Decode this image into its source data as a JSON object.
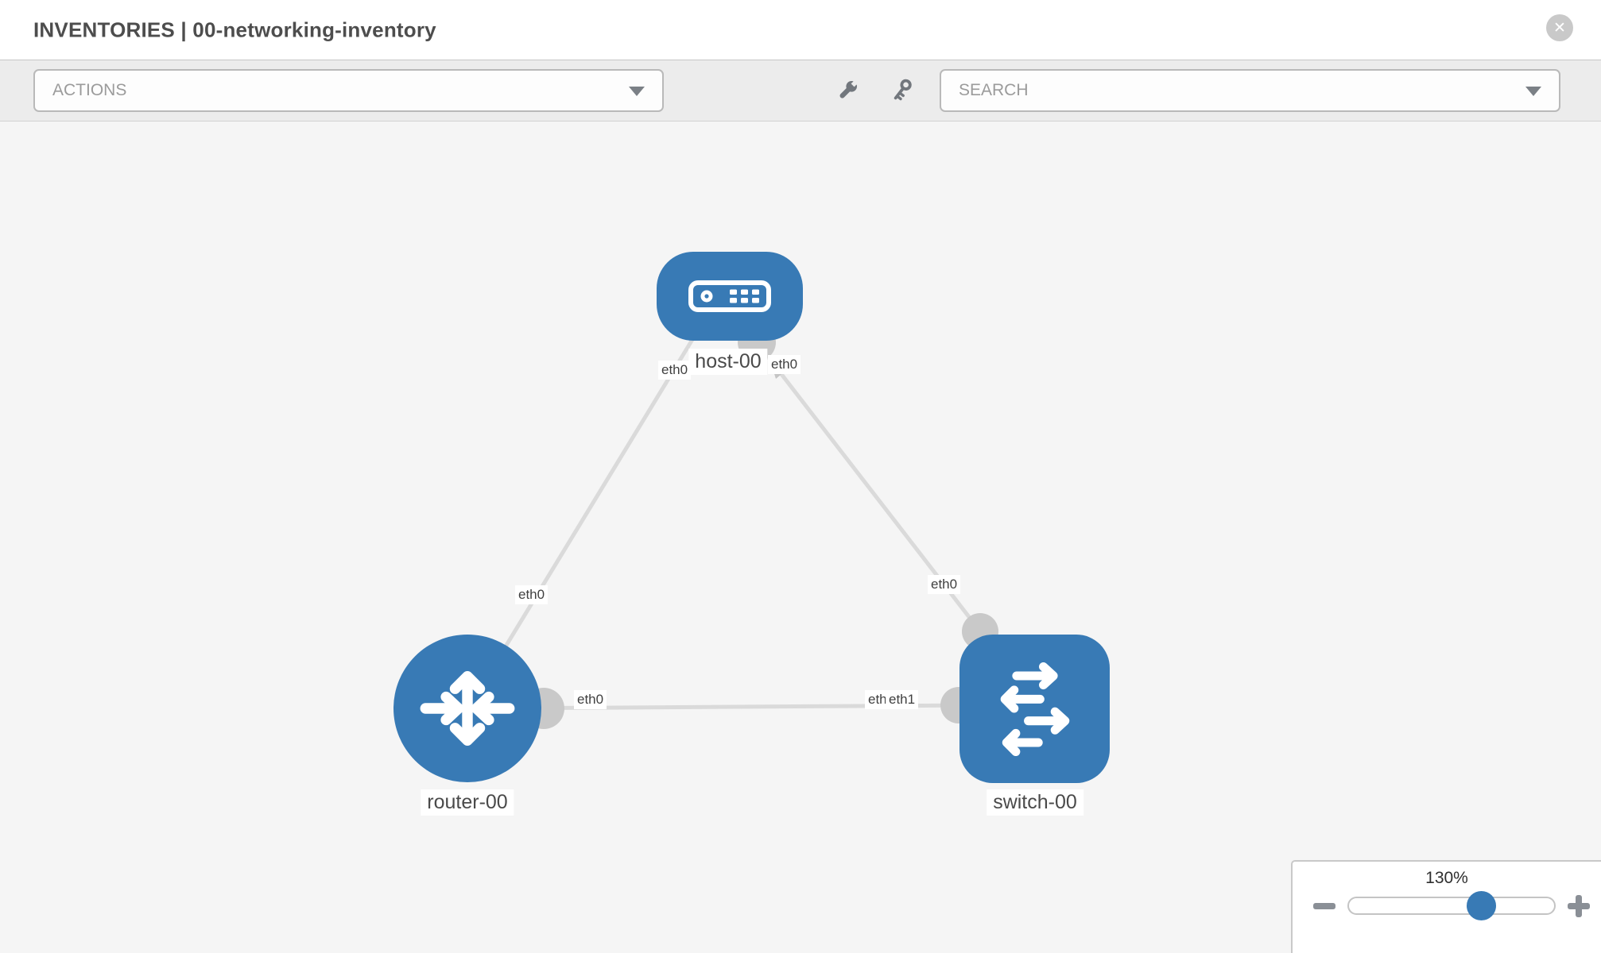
{
  "header": {
    "title": "INVENTORIES | 00-networking-inventory",
    "close_glyph": "✕"
  },
  "toolbar": {
    "actions_label": "ACTIONS",
    "search_label": "SEARCH",
    "icons": [
      "wrench-icon",
      "key-icon"
    ]
  },
  "graph": {
    "nodes": [
      {
        "label": "host-00",
        "type": "host"
      },
      {
        "label": "router-00",
        "type": "router"
      },
      {
        "label": "switch-00",
        "type": "switch"
      }
    ],
    "links": [
      {
        "from": "host-00",
        "to": "router-00",
        "from_interface": "eth0",
        "to_interface": "eth0"
      },
      {
        "from": "host-00",
        "to": "switch-00",
        "from_interface": "eth0",
        "to_interface": "eth0"
      },
      {
        "from": "router-00",
        "to": "switch-00",
        "from_interface": "eth0",
        "to_interface": "eth1"
      }
    ],
    "iface": {
      "host_left": "eth0",
      "host_right": "eth0",
      "router_top": "eth0",
      "router_right": "eth0",
      "switch_top": "eth0",
      "switch_left_back": "eth0",
      "switch_left_front": "eth1"
    }
  },
  "zoom_control": {
    "level": "130%",
    "minus_icon": "minus",
    "plus_icon": "plus"
  },
  "colors": {
    "node_blue": "#387ab5",
    "link_gray": "#dadada",
    "endpoint_gray": "#c9c9c9",
    "canvas_bg": "#f5f5f5",
    "toolbar_bg": "#ececec"
  }
}
